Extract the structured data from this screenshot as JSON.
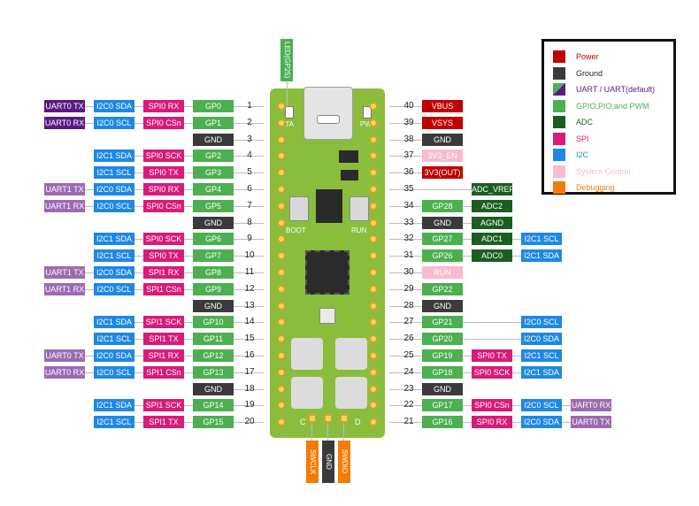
{
  "colors": {
    "power": "#c00000",
    "ground": "#3a3a3a",
    "uart": "#5b1a82",
    "uart_alt": "#9b6bb2",
    "gpio": "#4caf50",
    "adc": "#1b5e20",
    "spi": "#d81b78",
    "i2c": "#1e88e5",
    "system": "#f8bbd0",
    "debug": "#f57c00",
    "board": "#8bbd3c"
  },
  "legend": [
    {
      "label": "Power",
      "color": "power"
    },
    {
      "label": "Ground",
      "color": "ground"
    },
    {
      "label": "UART / UART(default)",
      "color": "uart"
    },
    {
      "label": "GPIO,PIO,and PWM",
      "color": "gpio"
    },
    {
      "label": "ADC",
      "color": "adc"
    },
    {
      "label": "SPI",
      "color": "spi"
    },
    {
      "label": "I2C",
      "color": "i2c"
    },
    {
      "label": "System Control",
      "color": "system"
    },
    {
      "label": "Debugging",
      "color": "debug"
    }
  ],
  "board": {
    "led_label": "LED(GP25)",
    "sta_label": "STA",
    "pwr_label": "PWR",
    "boot_label": "BOOT",
    "run_label": "RUN",
    "c_label": "C",
    "d_label": "D"
  },
  "left_pins": [
    {
      "num": "1",
      "labels": [
        [
          "UART0 TX",
          "uart"
        ],
        [
          "I2C0 SDA",
          "i2c"
        ],
        [
          "SPI0 RX",
          "spi"
        ],
        [
          "GP0",
          "gpio"
        ]
      ]
    },
    {
      "num": "2",
      "labels": [
        [
          "UART0 RX",
          "uart"
        ],
        [
          "I2C0 SCL",
          "i2c"
        ],
        [
          "SPI0 CSn",
          "spi"
        ],
        [
          "GP1",
          "gpio"
        ]
      ]
    },
    {
      "num": "3",
      "labels": [
        [
          "GND",
          "ground"
        ]
      ]
    },
    {
      "num": "4",
      "labels": [
        [
          "I2C1 SDA",
          "i2c"
        ],
        [
          "SPI0 SCK",
          "spi"
        ],
        [
          "GP2",
          "gpio"
        ]
      ]
    },
    {
      "num": "5",
      "labels": [
        [
          "I2C1 SCL",
          "i2c"
        ],
        [
          "SPI0 TX",
          "spi"
        ],
        [
          "GP3",
          "gpio"
        ]
      ]
    },
    {
      "num": "6",
      "labels": [
        [
          "UART1 TX",
          "uart_alt"
        ],
        [
          "I2C0 SDA",
          "i2c"
        ],
        [
          "SPI0 RX",
          "spi"
        ],
        [
          "GP4",
          "gpio"
        ]
      ]
    },
    {
      "num": "7",
      "labels": [
        [
          "UART1 RX",
          "uart_alt"
        ],
        [
          "I2C0 SCL",
          "i2c"
        ],
        [
          "SPI0 CSn",
          "spi"
        ],
        [
          "GP5",
          "gpio"
        ]
      ]
    },
    {
      "num": "8",
      "labels": [
        [
          "GND",
          "ground"
        ]
      ]
    },
    {
      "num": "9",
      "labels": [
        [
          "I2C1 SDA",
          "i2c"
        ],
        [
          "SPI0 SCK",
          "spi"
        ],
        [
          "GP6",
          "gpio"
        ]
      ]
    },
    {
      "num": "10",
      "labels": [
        [
          "I2C1 SCL",
          "i2c"
        ],
        [
          "SPI0 TX",
          "spi"
        ],
        [
          "GP7",
          "gpio"
        ]
      ]
    },
    {
      "num": "11",
      "labels": [
        [
          "UART1 TX",
          "uart_alt"
        ],
        [
          "I2C0 SDA",
          "i2c"
        ],
        [
          "SPI1 RX",
          "spi"
        ],
        [
          "GP8",
          "gpio"
        ]
      ]
    },
    {
      "num": "12",
      "labels": [
        [
          "UART1 RX",
          "uart_alt"
        ],
        [
          "I2C0 SCL",
          "i2c"
        ],
        [
          "SPI1 CSn",
          "spi"
        ],
        [
          "GP9",
          "gpio"
        ]
      ]
    },
    {
      "num": "13",
      "labels": [
        [
          "GND",
          "ground"
        ]
      ]
    },
    {
      "num": "14",
      "labels": [
        [
          "I2C1 SDA",
          "i2c"
        ],
        [
          "SPI1 SCK",
          "spi"
        ],
        [
          "GP10",
          "gpio"
        ]
      ]
    },
    {
      "num": "15",
      "labels": [
        [
          "I2C1 SCL",
          "i2c"
        ],
        [
          "SPI1 TX",
          "spi"
        ],
        [
          "GP11",
          "gpio"
        ]
      ]
    },
    {
      "num": "16",
      "labels": [
        [
          "UART0 TX",
          "uart_alt"
        ],
        [
          "I2C0 SDA",
          "i2c"
        ],
        [
          "SPI1 RX",
          "spi"
        ],
        [
          "GP12",
          "gpio"
        ]
      ]
    },
    {
      "num": "17",
      "labels": [
        [
          "UART0 RX",
          "uart_alt"
        ],
        [
          "I2C0 SCL",
          "i2c"
        ],
        [
          "SPI1 CSn",
          "spi"
        ],
        [
          "GP13",
          "gpio"
        ]
      ]
    },
    {
      "num": "18",
      "labels": [
        [
          "GND",
          "ground"
        ]
      ]
    },
    {
      "num": "19",
      "labels": [
        [
          "I2C1 SDA",
          "i2c"
        ],
        [
          "SPI1 SCK",
          "spi"
        ],
        [
          "GP14",
          "gpio"
        ]
      ]
    },
    {
      "num": "20",
      "labels": [
        [
          "I2C1 SCL",
          "i2c"
        ],
        [
          "SPI1 TX",
          "spi"
        ],
        [
          "GP15",
          "gpio"
        ]
      ]
    }
  ],
  "right_pins": [
    {
      "num": "40",
      "labels": [
        [
          "VBUS",
          "power"
        ]
      ]
    },
    {
      "num": "39",
      "labels": [
        [
          "VSYS",
          "power"
        ]
      ]
    },
    {
      "num": "38",
      "labels": [
        [
          "GND",
          "ground"
        ]
      ]
    },
    {
      "num": "37",
      "labels": [
        [
          "3V3_EN",
          "system"
        ]
      ]
    },
    {
      "num": "36",
      "labels": [
        [
          "3V3(OUT)",
          "power"
        ]
      ]
    },
    {
      "num": "35",
      "labels": [
        [
          "",
          ""
        ],
        [
          "ADC_VREF",
          "adc"
        ]
      ]
    },
    {
      "num": "34",
      "labels": [
        [
          "GP28",
          "gpio"
        ],
        [
          "ADC2",
          "adc"
        ]
      ]
    },
    {
      "num": "33",
      "labels": [
        [
          "GND",
          "ground"
        ],
        [
          "AGND",
          "adc"
        ]
      ]
    },
    {
      "num": "32",
      "labels": [
        [
          "GP27",
          "gpio"
        ],
        [
          "ADC1",
          "adc"
        ],
        [
          "I2C1 SCL",
          "i2c"
        ]
      ]
    },
    {
      "num": "31",
      "labels": [
        [
          "GP26",
          "gpio"
        ],
        [
          "ADC0",
          "adc"
        ],
        [
          "I2C1 SDA",
          "i2c"
        ]
      ]
    },
    {
      "num": "30",
      "labels": [
        [
          "RUN",
          "system"
        ]
      ]
    },
    {
      "num": "29",
      "labels": [
        [
          "GP22",
          "gpio"
        ]
      ]
    },
    {
      "num": "28",
      "labels": [
        [
          "GND",
          "ground"
        ]
      ]
    },
    {
      "num": "27",
      "labels": [
        [
          "GP21",
          "gpio"
        ],
        [
          "",
          ""
        ],
        [
          "I2C0 SCL",
          "i2c"
        ]
      ]
    },
    {
      "num": "26",
      "labels": [
        [
          "GP20",
          "gpio"
        ],
        [
          "",
          ""
        ],
        [
          "I2C0 SDA",
          "i2c"
        ]
      ]
    },
    {
      "num": "25",
      "labels": [
        [
          "GP19",
          "gpio"
        ],
        [
          "SPI0 TX",
          "spi"
        ],
        [
          "I2C1 SCL",
          "i2c"
        ]
      ]
    },
    {
      "num": "24",
      "labels": [
        [
          "GP18",
          "gpio"
        ],
        [
          "SPI0 SCK",
          "spi"
        ],
        [
          "I2C1 SDA",
          "i2c"
        ]
      ]
    },
    {
      "num": "23",
      "labels": [
        [
          "GND",
          "ground"
        ]
      ]
    },
    {
      "num": "22",
      "labels": [
        [
          "GP17",
          "gpio"
        ],
        [
          "SPI0 CSn",
          "spi"
        ],
        [
          "I2C0 SCL",
          "i2c"
        ],
        [
          "UART0 RX",
          "uart_alt"
        ]
      ]
    },
    {
      "num": "21",
      "labels": [
        [
          "GP16",
          "gpio"
        ],
        [
          "SPI0 RX",
          "spi"
        ],
        [
          "I2C0 SDA",
          "i2c"
        ],
        [
          "UART0 TX",
          "uart_alt"
        ]
      ]
    }
  ],
  "debug_pins": [
    {
      "label": "SWCLK",
      "color": "debug"
    },
    {
      "label": "GND",
      "color": "ground"
    },
    {
      "label": "SWDIO",
      "color": "debug"
    }
  ]
}
